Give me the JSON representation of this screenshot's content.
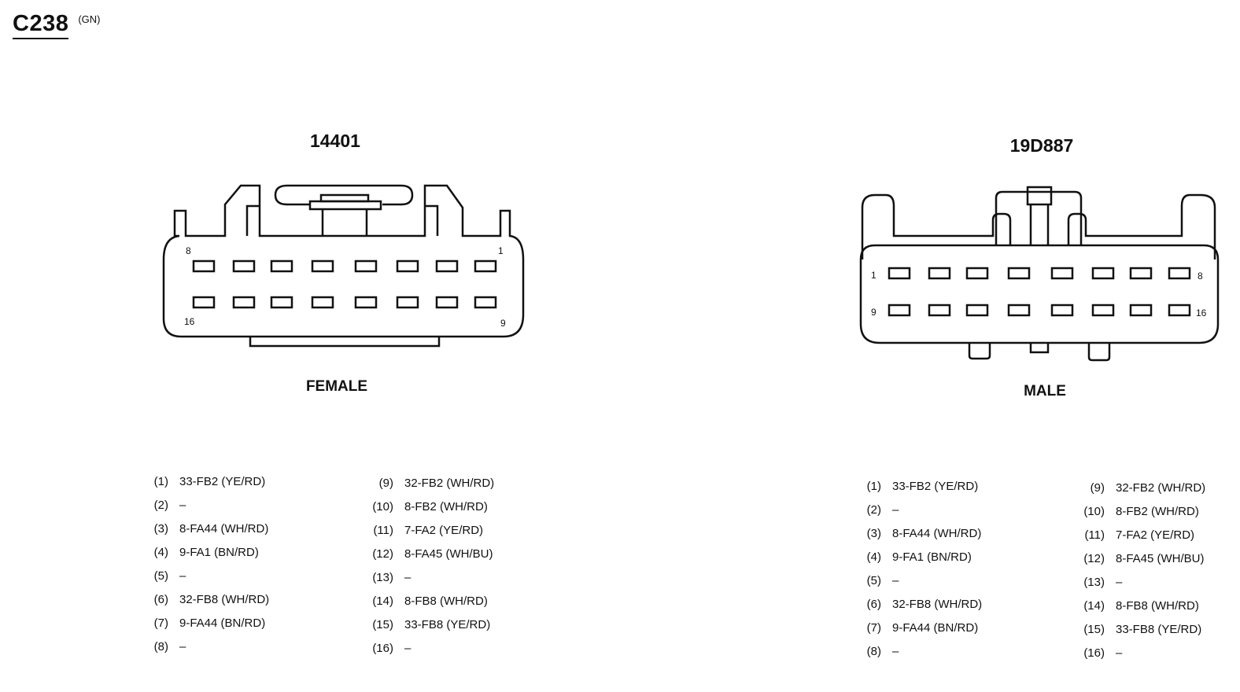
{
  "title": {
    "code": "C238",
    "color": "(GN)"
  },
  "connectors": [
    {
      "id": "female",
      "part_number": "14401",
      "gender": "FEMALE",
      "corner_labels": [
        "8",
        "1",
        "16",
        "9"
      ],
      "pins_left": [
        {
          "pin": "(1)",
          "circuit": "33-FB2 (YE/RD)"
        },
        {
          "pin": "(2)",
          "circuit": "–"
        },
        {
          "pin": "(3)",
          "circuit": "8-FA44 (WH/RD)"
        },
        {
          "pin": "(4)",
          "circuit": "9-FA1 (BN/RD)"
        },
        {
          "pin": "(5)",
          "circuit": "–"
        },
        {
          "pin": "(6)",
          "circuit": "32-FB8 (WH/RD)"
        },
        {
          "pin": "(7)",
          "circuit": "9-FA44 (BN/RD)"
        },
        {
          "pin": "(8)",
          "circuit": "–"
        }
      ],
      "pins_right": [
        {
          "pin": "(9)",
          "circuit": "32-FB2 (WH/RD)"
        },
        {
          "pin": "(10)",
          "circuit": "8-FB2 (WH/RD)"
        },
        {
          "pin": "(11)",
          "circuit": "7-FA2 (YE/RD)"
        },
        {
          "pin": "(12)",
          "circuit": "8-FA45 (WH/BU)"
        },
        {
          "pin": "(13)",
          "circuit": "–"
        },
        {
          "pin": "(14)",
          "circuit": "8-FB8 (WH/RD)"
        },
        {
          "pin": "(15)",
          "circuit": "33-FB8 (YE/RD)"
        },
        {
          "pin": "(16)",
          "circuit": "–"
        }
      ]
    },
    {
      "id": "male",
      "part_number": "19D887",
      "gender": "MALE",
      "corner_labels": [
        "1",
        "8",
        "9",
        "16"
      ],
      "pins_left": [
        {
          "pin": "(1)",
          "circuit": "33-FB2 (YE/RD)"
        },
        {
          "pin": "(2)",
          "circuit": "–"
        },
        {
          "pin": "(3)",
          "circuit": "8-FA44 (WH/RD)"
        },
        {
          "pin": "(4)",
          "circuit": "9-FA1 (BN/RD)"
        },
        {
          "pin": "(5)",
          "circuit": "–"
        },
        {
          "pin": "(6)",
          "circuit": "32-FB8 (WH/RD)"
        },
        {
          "pin": "(7)",
          "circuit": "9-FA44 (BN/RD)"
        },
        {
          "pin": "(8)",
          "circuit": "–"
        }
      ],
      "pins_right": [
        {
          "pin": "(9)",
          "circuit": "32-FB2 (WH/RD)"
        },
        {
          "pin": "(10)",
          "circuit": "8-FB2 (WH/RD)"
        },
        {
          "pin": "(11)",
          "circuit": "7-FA2 (YE/RD)"
        },
        {
          "pin": "(12)",
          "circuit": "8-FA45 (WH/BU)"
        },
        {
          "pin": "(13)",
          "circuit": "–"
        },
        {
          "pin": "(14)",
          "circuit": "8-FB8 (WH/RD)"
        },
        {
          "pin": "(15)",
          "circuit": "33-FB8 (YE/RD)"
        },
        {
          "pin": "(16)",
          "circuit": "–"
        }
      ]
    }
  ]
}
